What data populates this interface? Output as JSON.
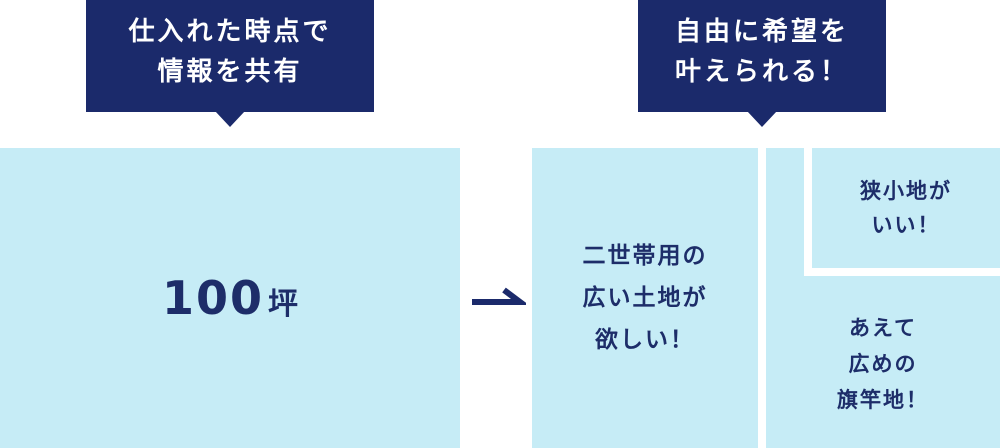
{
  "callouts": {
    "left": {
      "line1": "仕入れた時点で",
      "line2": "情報を共有"
    },
    "right": {
      "line1": "自由に希望を",
      "line2": "叶えられる！"
    }
  },
  "blocks": {
    "whole": {
      "value": "100",
      "unit": "坪"
    },
    "wide": {
      "line1": "二世帯用の",
      "line2": "広い土地が",
      "line3": "欲しい！"
    },
    "narrow": {
      "line1": "狭小地が",
      "line2": "いい！"
    },
    "flag": {
      "line1": "あえて",
      "line2": "広めの",
      "line3": "旗竿地！"
    }
  },
  "colors": {
    "navy": "#1b2a6b",
    "light_blue": "#c6ecf6",
    "text": "#1d2d69"
  }
}
